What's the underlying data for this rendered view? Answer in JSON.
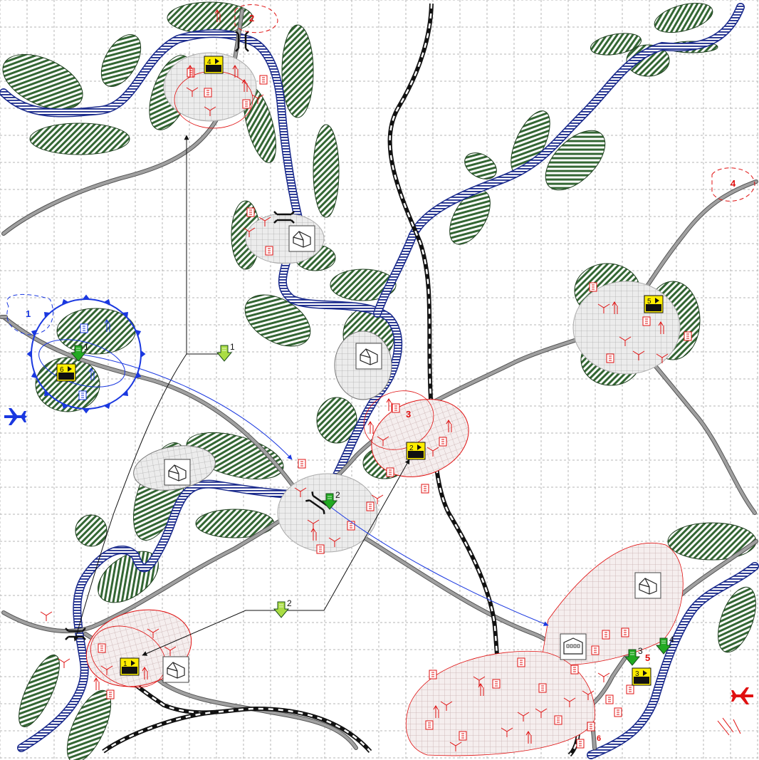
{
  "colors": {
    "background": "#ffffff",
    "grid": "#b4b4b4",
    "forest_fill": "#336633",
    "forest_stroke": "#1f3f1f",
    "river": "#1a2a8c",
    "road": "#a0a0a0",
    "railway_dark": "#111111",
    "railway_light": "#ffffff",
    "enemy": "#e01010",
    "friendly": "#1a38e0",
    "unit_flag": "#ffee00",
    "marker_green": "#22aa22",
    "marker_light_green": "#aadd44",
    "settlement": "#dcdcdc"
  },
  "labels": {
    "enemy_areas": [
      "2",
      "3",
      "4",
      "5",
      "6"
    ],
    "friendly_areas": [
      "1"
    ],
    "unit_flags": [
      "1",
      "2",
      "3",
      "4",
      "5",
      "6"
    ],
    "bright_markers": [
      "1",
      "2",
      "3",
      "4"
    ],
    "pale_markers": [
      "1",
      "2"
    ]
  },
  "icons": {
    "friendly_aircraft": "aircraft-icon",
    "enemy_aircraft": "aircraft-icon",
    "building": "building-icon",
    "unit_flag": "flag-icon",
    "advance_marker": "arrow-down-icon",
    "bridge": "bridge-icon"
  }
}
